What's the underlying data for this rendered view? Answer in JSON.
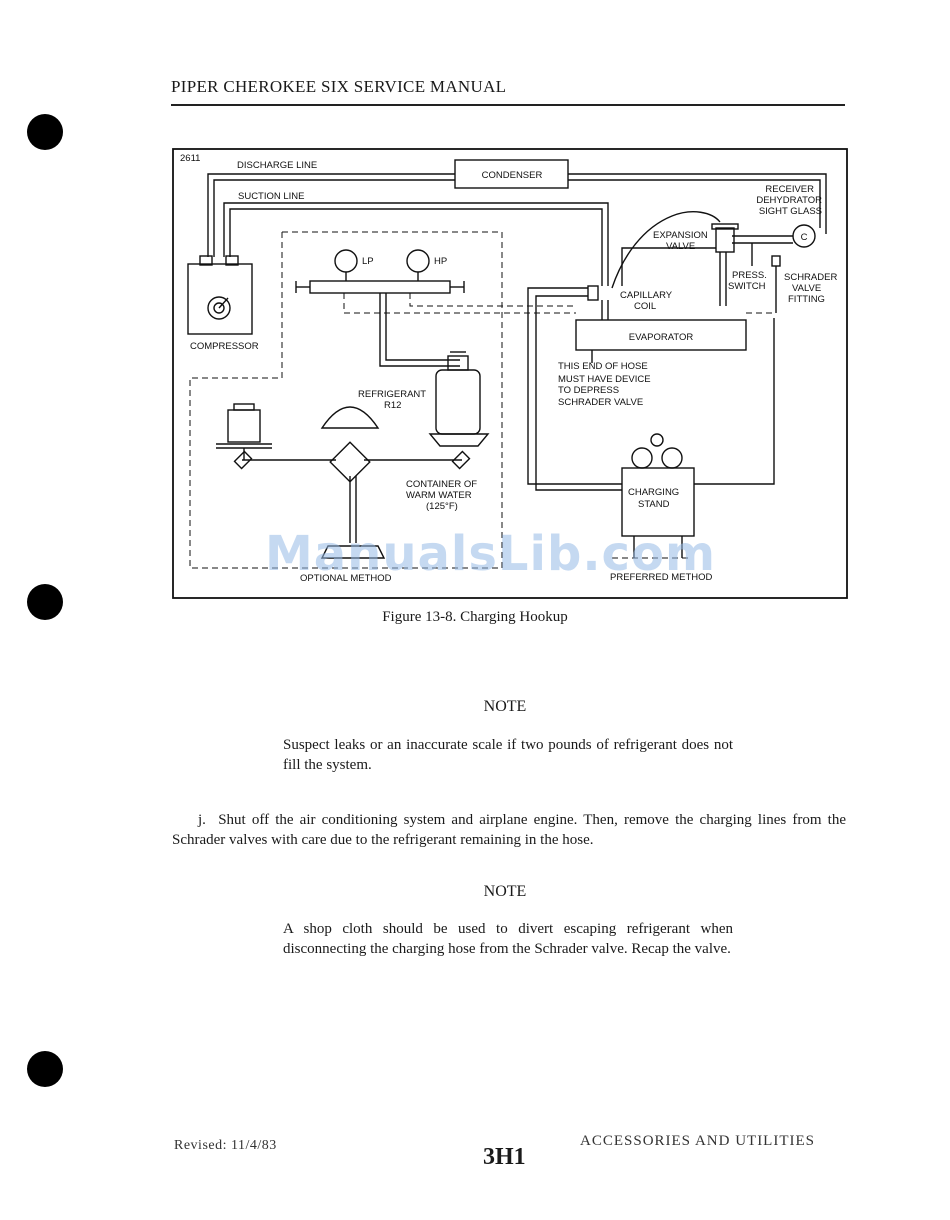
{
  "header": {
    "title": "PIPER CHEROKEE SIX SERVICE MANUAL"
  },
  "figure": {
    "id_number": "2611",
    "caption": "Figure 13-8.  Charging Hookup",
    "labels": {
      "discharge_line": "DISCHARGE  LINE",
      "suction_line": "SUCTION  LINE",
      "condenser": "CONDENSER",
      "receiver_1": "RECEIVER",
      "receiver_2": "DEHYDRATOR",
      "receiver_3": "SIGHT GLASS",
      "receiver_symbol": "C",
      "expansion_1": "EXPANSION",
      "expansion_2": "VALVE",
      "press_1": "PRESS.",
      "press_2": "SWITCH",
      "schrader_1": "SCHRADER",
      "schrader_2": "VALVE",
      "schrader_3": "FITTING",
      "capillary_1": "CAPILLARY",
      "capillary_2": "COIL",
      "evaporator": "EVAPORATOR",
      "compressor": "COMPRESSOR",
      "lp": "LP",
      "hp": "HP",
      "refrigerant_1": "REFRIGERANT",
      "refrigerant_2": "R12",
      "hose_1": "THIS END OF HOSE",
      "hose_2": "MUST HAVE DEVICE",
      "hose_3": "TO DEPRESS",
      "hose_4": "SCHRADER  VALVE",
      "container_1": "CONTAINER  OF",
      "container_2": "WARM  WATER",
      "container_3": "(125°F)",
      "charging_1": "CHARGING",
      "charging_2": "STAND",
      "optional_method": "OPTIONAL  METHOD",
      "preferred_method": "PREFERRED METHOD"
    }
  },
  "note1": {
    "title": "NOTE",
    "body": "Suspect leaks or an inaccurate scale if two pounds of refrigerant does not fill the system."
  },
  "step_j": {
    "marker": "j.",
    "text": "Shut off the air conditioning system and airplane engine. Then, remove the charging lines from the Schrader valves with care due to the refrigerant remaining in the hose."
  },
  "note2": {
    "title": "NOTE",
    "body": "A shop cloth should be used to divert escaping refrigerant when disconnecting the charging hose from the Schrader valve. Recap the valve."
  },
  "footer": {
    "revised": "Revised: 11/4/83",
    "page_code": "3H1",
    "section": "ACCESSORIES AND UTILITIES"
  },
  "watermark": "ManualsLib.com",
  "colors": {
    "ink": "#1a1a1a",
    "watermark": "#96b9e6"
  }
}
